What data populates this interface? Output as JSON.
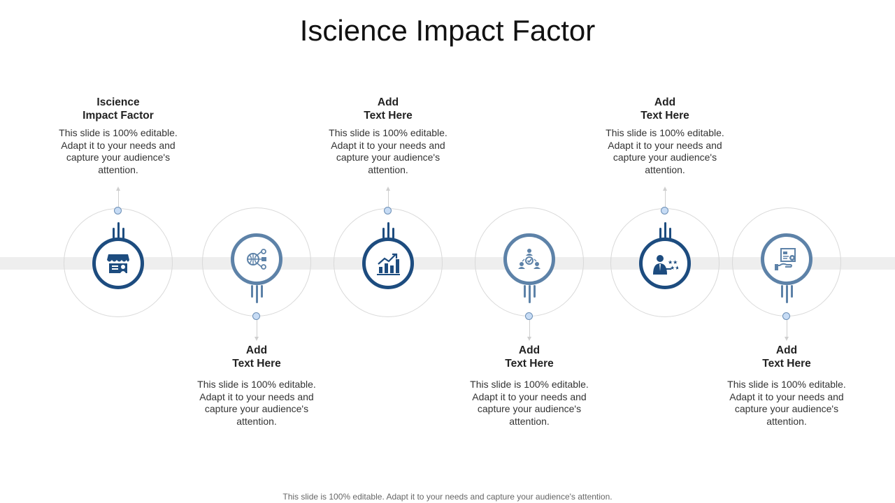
{
  "slide": {
    "title": "Iscience Impact Factor",
    "footer": "This slide is 100% editable. Adapt it to your needs and capture your audience's attention."
  },
  "colors": {
    "dark_blue": "#1d4c7f",
    "mid_blue": "#5d82a8",
    "dot_fill": "#c7dcf5",
    "band": "#eeeeee"
  },
  "steps": [
    {
      "heading": "Iscience\nImpact Factor",
      "body": "This slide is 100% editable. Adapt it to your needs and capture your audience's attention.",
      "icon": "storefront-icon"
    },
    {
      "heading": "Add\nText Here",
      "body": "This slide is 100% editable. Adapt it to your needs and capture your audience's attention.",
      "icon": "global-network-icon"
    },
    {
      "heading": "Add\nText Here",
      "body": "This slide is 100% editable. Adapt it to your needs and capture your audience's attention.",
      "icon": "growth-chart-icon"
    },
    {
      "heading": "Add\nText Here",
      "body": "This slide is 100% editable. Adapt it to your needs and capture your audience's attention.",
      "icon": "team-network-icon"
    },
    {
      "heading": "Add\nText Here",
      "body": "This slide is 100% editable. Adapt it to your needs and capture your audience's attention.",
      "icon": "businessman-rating-icon"
    },
    {
      "heading": "Add\nText Here",
      "body": "This slide is 100% editable. Adapt it to your needs and capture your audience's attention.",
      "icon": "hand-document-icon"
    }
  ]
}
